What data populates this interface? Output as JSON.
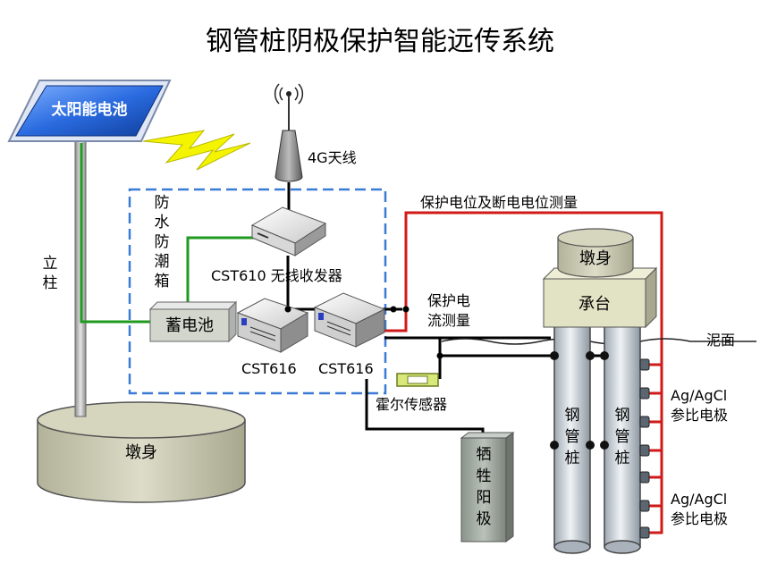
{
  "title": "钢管桩阴极保护智能远传系统",
  "labels": {
    "solar_panel": "太阳能电池",
    "antenna": "4G天线",
    "pole": "立柱",
    "pier_left": "墩身",
    "moisture_box": [
      "防",
      "水",
      "防",
      "潮",
      "箱"
    ],
    "battery": "蓄电池",
    "transceiver": "CST610 无线收发器",
    "cst616_left": "CST616",
    "cst616_right": "CST616",
    "potential_measure": "保护电位及断电电位测量",
    "current_measure_line1": "保护电",
    "current_measure_line2": "流测量",
    "hall_sensor": "霍尔传感器",
    "sacrificial_anode": [
      "牺",
      "牲",
      "阳",
      "极"
    ],
    "pier_right": "墩身",
    "pile_cap": "承台",
    "mudline": "泥面",
    "steel_pile_left": [
      "钢",
      "管",
      "桩"
    ],
    "steel_pile_right": [
      "钢",
      "管",
      "桩"
    ],
    "ref_electrode_1_line1": "Ag/AgCl",
    "ref_electrode_1_line2": "参比电极",
    "ref_electrode_2_line1": "Ag/AgCl",
    "ref_electrode_2_line2": "参比电极"
  },
  "colors": {
    "solar_blue": "#1f5fbf",
    "green_wire": "#1e9a1e",
    "red_wire": "#d01a1a",
    "black_wire": "#000000",
    "dashed_box": "#3a7bd5",
    "lightning": "#f2f200",
    "pier_fill": "#c9c9b0",
    "pile_fill": "#c8cfd6",
    "cap_fill": "#e2e2c4",
    "anode_fill": "#9aa39a"
  },
  "icons": [
    "solar-panel-icon",
    "antenna-icon",
    "lightning-icon",
    "transceiver-device-icon",
    "cst616-device-icon",
    "hall-sensor-icon"
  ]
}
